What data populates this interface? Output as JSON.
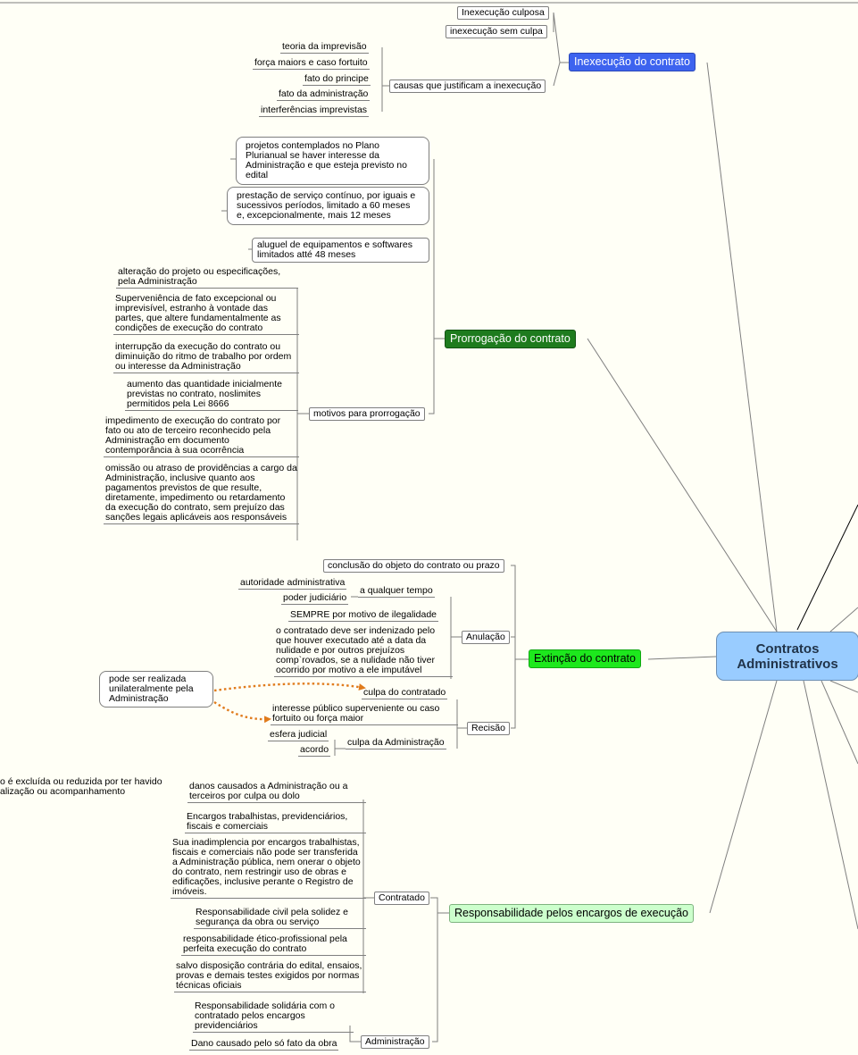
{
  "central": "Contratos Administrativos",
  "branches": {
    "inexecucao": {
      "label": "Inexecução do contrato",
      "culposa": "Inexecução culposa",
      "sem_culpa": "inexecução sem culpa",
      "causas": "causas que justificam a inexecução",
      "causas_items": [
        "teoria da imprevisão",
        "força maiors e caso fortuito",
        "fato do principe",
        "fato da administração",
        "interferências imprevistas"
      ]
    },
    "prorrogacao": {
      "label": "Prorrogação do contrato",
      "items": [
        "projetos contemplados no Plano Plurianual se haver interesse da Administração e que esteja previsto no edital",
        "prestação de serviço contínuo, por iguais e sucessivos períodos, limitado a 60 meses e, excepcionalmente, mais 12 meses",
        "aluguel de equipamentos e softwares limitados atté 48 meses"
      ],
      "motivos": "motivos para prorrogação",
      "motivos_items": [
        "alteração do projeto ou especificações, pela Administração",
        "Superveniência de fato excepcional ou imprevisível, estranho à vontade das partes, que altere fundamentalmente as condições de execução do contrato",
        "interrupção da execução do contrato ou diminuição do ritmo de trabalho por ordem ou interesse da Administração",
        "aumento das quantidade inicialmente previstas no contrato, noslimites permitidos pela Lei 8666",
        "impedimento de execução do contrato por fato ou ato de terceiro reconhecido pela Administração em documento contemporância à sua ocorrência",
        "omissão ou atraso de providências a cargo da Administração, inclusive quanto aos pagamentos previstos de que resulte, diretamente, impedimento ou retardamento da execução do contrato, sem prejuízo das sanções legais aplicáveis aos responsáveis"
      ]
    },
    "extincao": {
      "label": "Extinção do contrato",
      "conclusao": "conclusão do objeto do contrato ou prazo",
      "anulacao": "Anulação",
      "qualquer_tempo": "a qualquer tempo",
      "qualquer_items": [
        "autoridade administrativa",
        "poder judiciário"
      ],
      "sempre": "SEMPRE por motivo de ilegalidade",
      "indenizado": "o contratado deve ser indenizado pelo que houver executado até a data da nulidade e por outros prejuízos comp`rovados, se a nulidade não tiver ocorrido por motivo a ele imputável",
      "rescisao": "Recisão",
      "culpa_contratado": "culpa do contratado",
      "interesse": "interesse público superveniente ou caso fortuito ou força maior",
      "culpa_admin": "culpa da Administração",
      "culpa_admin_items": [
        "esfera judicial",
        "acordo"
      ],
      "unilateral": "pode ser realizada unilateralmente pela Administração"
    },
    "responsabilidade": {
      "label": "Responsabilidade pelos encargos de execução",
      "contratado": "Contratado",
      "contratado_items": [
        "danos causados a Administração ou a terceiros por culpa ou dolo",
        "Encargos trabalhistas, previdenciários, fiscais e comerciais",
        "Sua inadimplencia por encargos trabalhistas, fiscais e comerciais não pode ser transferida a Administração pública, nem onerar o objeto do contrato, nem restringir uso de obras e edificações, inclusive perante o Registro de imóveis.",
        "Responsabilidade civil pela solidez e segurança da obra ou serviço",
        "responsabilidade ético-profissional pela perfeita execução do contrato",
        "salvo disposição contrária do edital, ensaios, provas e demais testes exigidos por normas técnicas oficiais"
      ],
      "cut_off": "o é excluída ou reduzida por ter havido\nalização ou acompanhamento",
      "administracao": "Administração",
      "administracao_items": [
        "Responsabilidade solidária com o contratado pelos encargos previdenciários",
        "Dano causado pelo só fato da obra"
      ]
    }
  },
  "colors": {
    "inexecucao": "#3d63ef",
    "prorrogacao": "#1e7b1e",
    "extincao": "#1de81d",
    "responsabilidade": "#ccffcc",
    "central": "#99ccff",
    "dotted_arrow": "#e07b1c"
  }
}
